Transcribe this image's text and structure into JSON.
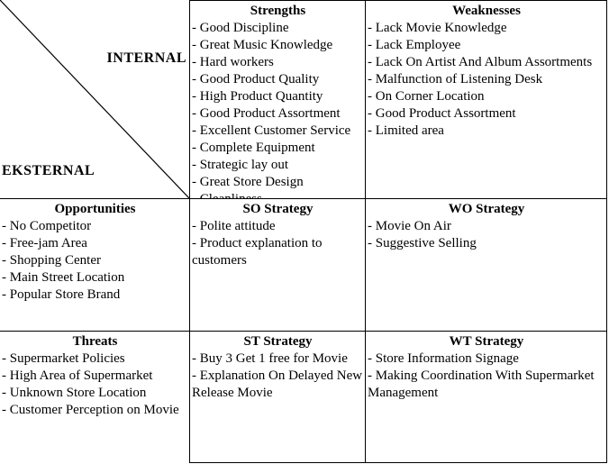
{
  "colors": {
    "border": "#000000",
    "background": "#ffffff",
    "text": "#000000"
  },
  "matrix": {
    "corner": {
      "internal_label": "INTERNAL",
      "external_label": "EKSTERNAL"
    },
    "cells": {
      "strengths": {
        "title": "Strengths",
        "items": [
          "Good Discipline",
          "Great Music Knowledge",
          "Hard workers",
          "Good Product Quality",
          "High Product Quantity",
          "Good Product Assortment",
          "Excellent Customer Service",
          "Complete Equipment",
          "Strategic lay out",
          "Great Store Design",
          "Cleanliness"
        ]
      },
      "weaknesses": {
        "title": "Weaknesses",
        "items": [
          "Lack Movie Knowledge",
          "Lack Employee",
          "Lack On Artist And Album Assortments",
          "Malfunction of Listening Desk",
          "On Corner Location",
          "Good Product Assortment",
          "Limited area"
        ]
      },
      "opportunities": {
        "title": "Opportunities",
        "items": [
          "No Competitor",
          "Free-jam Area",
          "Shopping Center",
          "Main Street Location",
          "Popular Store Brand"
        ]
      },
      "so_strategy": {
        "title": "SO Strategy",
        "items": [
          "Polite attitude",
          "Product explanation to customers"
        ]
      },
      "wo_strategy": {
        "title": "WO Strategy",
        "items": [
          "Movie On Air",
          "Suggestive Selling"
        ]
      },
      "threats": {
        "title": "Threats",
        "items": [
          "Supermarket Policies",
          "High Area of Supermarket",
          "Unknown Store Location",
          "Customer Perception on Movie"
        ]
      },
      "st_strategy": {
        "title": "ST Strategy",
        "items": [
          "Buy 3 Get 1 free for Movie",
          "Explanation On Delayed New Release Movie"
        ]
      },
      "wt_strategy": {
        "title": "WT Strategy",
        "items": [
          "Store Information Signage",
          "Making Coordination With Supermarket Management"
        ]
      }
    }
  }
}
